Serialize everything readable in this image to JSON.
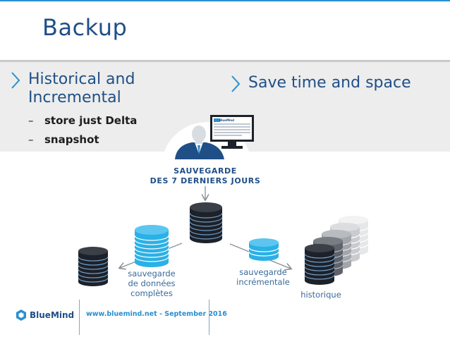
{
  "slide": {
    "title": "Backup",
    "left_bullet": [
      "Historical and",
      "Incremental"
    ],
    "sub_items": [
      "store just Delta",
      "snapshot"
    ],
    "dash": "–",
    "right_bullet": "Save time and space"
  },
  "diagram": {
    "caption_line1": "SAUVEGARDE",
    "caption_line2": "DES 7 DERNIERS JOURS",
    "label_full": [
      "sauvegarde",
      "de données",
      "complètes"
    ],
    "label_incremental": [
      "sauvegarde",
      "incrémentale"
    ],
    "label_history": "historique"
  },
  "monitor": {
    "brand": "BlueMind"
  },
  "footer": {
    "logo": "BlueMind",
    "text": "www.bluemind.net  -  September 2016"
  },
  "colors": {
    "accent": "#2a8fd1",
    "title": "#1f4f86",
    "dark_disk": "#1d2129",
    "blue_disk": "#2ab1e6"
  }
}
